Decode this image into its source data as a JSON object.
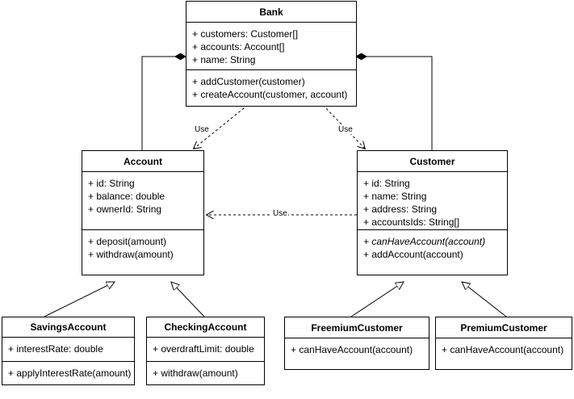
{
  "diagram": {
    "type": "uml-class-diagram",
    "background": "#ffffff",
    "line_color": "#000000",
    "classes": [
      {
        "id": "bank",
        "name": "Bank",
        "attributes": [
          "+ customers: Customer[]",
          "+ accounts: Account[]",
          "+ name: String"
        ],
        "methods": [
          "+ addCustomer(customer)",
          "+ createAccount(customer, account)"
        ]
      },
      {
        "id": "account",
        "name": "Account",
        "attributes": [
          "+ id: String",
          "+ balance: double",
          "+ ownerId: String"
        ],
        "methods": [
          "+ deposit(amount)",
          "+ withdraw(amount)"
        ]
      },
      {
        "id": "customer",
        "name": "Customer",
        "attributes": [
          "+ id: String",
          "+ name: String",
          "+ address: String",
          "+ accountsIds: String[]"
        ],
        "methods": [
          "+ canHaveAccount(account)",
          "+ addAccount(account)"
        ],
        "abstract_methods": [
          "+ canHaveAccount(account)"
        ]
      },
      {
        "id": "savings-account",
        "name": "SavingsAccount",
        "attributes": [
          "+ interestRate: double"
        ],
        "methods": [
          "+ applyInterestRate(amount)"
        ]
      },
      {
        "id": "checking-account",
        "name": "CheckingAccount",
        "attributes": [
          "+ overdraftLimit: double"
        ],
        "methods": [
          "+ withdraw(amount)"
        ]
      },
      {
        "id": "freemium-customer",
        "name": "FreemiumCustomer",
        "attributes": [],
        "methods": [
          "+ canHaveAccount(account)"
        ]
      },
      {
        "id": "premium-customer",
        "name": "PremiumCustomer",
        "attributes": [],
        "methods": [
          "+ canHaveAccount(account)"
        ]
      }
    ],
    "relationships": [
      {
        "id": "bank-account-composition",
        "kind": "composition",
        "from": "bank",
        "to": "account",
        "label": ""
      },
      {
        "id": "bank-customer-composition",
        "kind": "composition",
        "from": "bank",
        "to": "customer",
        "label": ""
      },
      {
        "id": "bank-account-use",
        "kind": "dependency",
        "from": "bank",
        "to": "account",
        "label": "Use"
      },
      {
        "id": "bank-customer-use",
        "kind": "dependency",
        "from": "bank",
        "to": "customer",
        "label": "Use"
      },
      {
        "id": "customer-account-use",
        "kind": "dependency",
        "from": "customer",
        "to": "account",
        "label": "Use"
      },
      {
        "id": "savings-account-inheritance",
        "kind": "generalization",
        "from": "savings-account",
        "to": "account",
        "label": ""
      },
      {
        "id": "checking-account-inheritance",
        "kind": "generalization",
        "from": "checking-account",
        "to": "account",
        "label": ""
      },
      {
        "id": "freemium-customer-inheritance",
        "kind": "generalization",
        "from": "freemium-customer",
        "to": "customer",
        "label": ""
      },
      {
        "id": "premium-customer-inheritance",
        "kind": "generalization",
        "from": "premium-customer",
        "to": "customer",
        "label": ""
      }
    ],
    "labels": {
      "use_bank_account": "Use",
      "use_bank_customer": "Use",
      "use_customer_account": "Use"
    }
  }
}
